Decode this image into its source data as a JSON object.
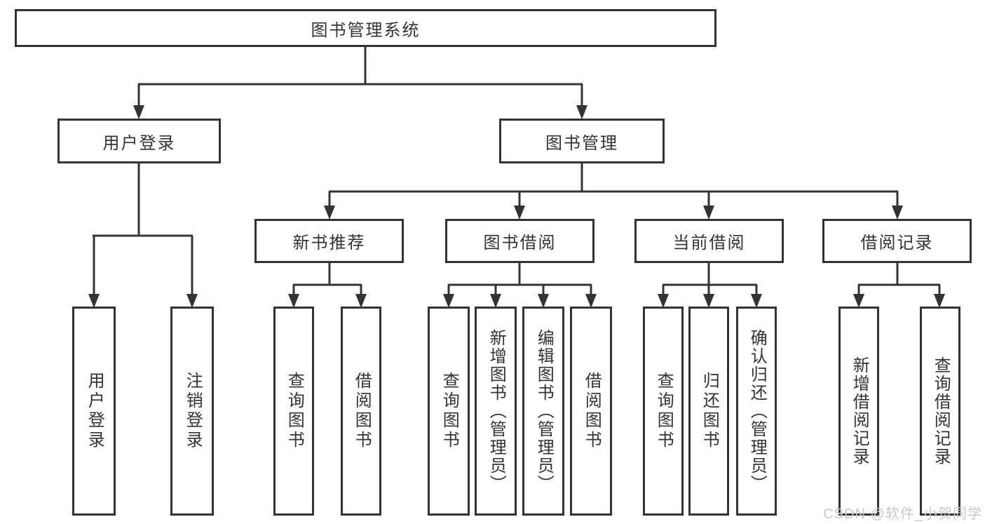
{
  "tree": {
    "root": "图书管理系统",
    "branches": [
      {
        "label": "用户登录",
        "children": [
          "用户登录",
          "注销登录"
        ]
      },
      {
        "label": "图书管理",
        "children": [
          {
            "label": "新书推荐",
            "children": [
              "查询图书",
              "借阅图书"
            ]
          },
          {
            "label": "图书借阅",
            "children": [
              "查询图书",
              "新增图书（管理员）",
              "编辑图书（管理员）",
              "借阅图书"
            ]
          },
          {
            "label": "当前借阅",
            "children": [
              "查询图书",
              "归还图书",
              "确认归还（管理员）"
            ]
          },
          {
            "label": "借阅记录",
            "children": [
              "新增借阅记录",
              "查询借阅记录"
            ]
          }
        ]
      }
    ]
  },
  "watermark": "CSDN @软件_小贺同学",
  "colors": {
    "line": "#333333",
    "text": "#333333",
    "box_fill": "#ffffff",
    "watermark": "#c9c9c9",
    "background": "#ffffff"
  }
}
